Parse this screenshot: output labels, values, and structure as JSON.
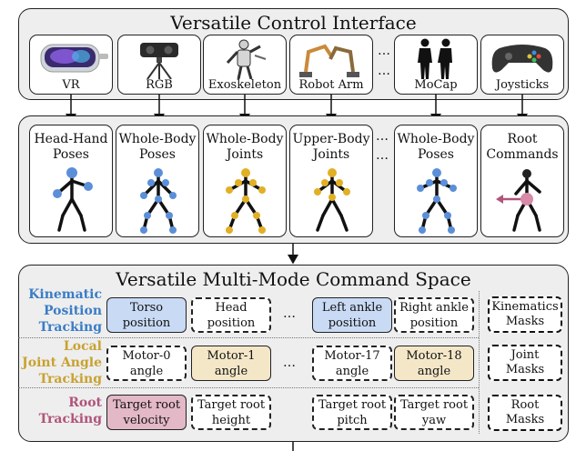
{
  "top_panel": {
    "title": "Versatile Control Interface",
    "devices": [
      {
        "label": "VR",
        "icon": "vr-headset-icon"
      },
      {
        "label": "RGB",
        "icon": "camera-icon"
      },
      {
        "label": "Exoskeleton",
        "icon": "exoskeleton-icon"
      },
      {
        "label": "Robot Arm",
        "icon": "robot-arm-icon"
      },
      {
        "label": "MoCap",
        "icon": "mocap-suit-icon"
      },
      {
        "label": "Joysticks",
        "icon": "gamepad-icon"
      }
    ],
    "ellipsis": "…"
  },
  "middle_panel": {
    "cards": [
      {
        "line1": "Head-Hand",
        "line2": "Poses"
      },
      {
        "line1": "Whole-Body",
        "line2": "Poses"
      },
      {
        "line1": "Whole-Body",
        "line2": "Joints"
      },
      {
        "line1": "Upper-Body",
        "line2": "Joints"
      },
      {
        "line1": "Whole-Body",
        "line2": "Poses"
      },
      {
        "line1": "Root",
        "line2": "Commands"
      }
    ],
    "ellipsis": "…"
  },
  "command_space": {
    "title": "Versatile Multi-Mode Command Space",
    "rows": [
      {
        "label1": "Kinematic",
        "label2": "Position",
        "label3": "Tracking",
        "color": "#3a7cc7",
        "cmds": [
          {
            "l1": "Torso",
            "l2": "position"
          },
          {
            "l1": "Head",
            "l2": "position"
          },
          {
            "l1": "Left ankle",
            "l2": "position"
          },
          {
            "l1": "Right ankle",
            "l2": "position"
          }
        ],
        "mask_l1": "Kinematics",
        "mask_l2": "Masks"
      },
      {
        "label1": "Local",
        "label2": "Joint Angle",
        "label3": "Tracking",
        "color": "#c8a231",
        "cmds": [
          {
            "l1": "Motor-0",
            "l2": "angle"
          },
          {
            "l1": "Motor-1",
            "l2": "angle"
          },
          {
            "l1": "Motor-17",
            "l2": "angle"
          },
          {
            "l1": "Motor-18",
            "l2": "angle"
          }
        ],
        "mask_l1": "Joint",
        "mask_l2": "Masks"
      },
      {
        "label1": "Root",
        "label2": "Tracking",
        "label3": "",
        "color": "#b0547a",
        "cmds": [
          {
            "l1": "Target root",
            "l2": "velocity"
          },
          {
            "l1": "Target root",
            "l2": "height"
          },
          {
            "l1": "Target root",
            "l2": "pitch"
          },
          {
            "l1": "Target root",
            "l2": "yaw"
          }
        ],
        "mask_l1": "Root",
        "mask_l2": "Masks"
      }
    ],
    "ellipsis": "…"
  },
  "colors": {
    "kinematic_fill": "#c9daf5",
    "joint_fill": "#f4e7c8",
    "root_fill": "#e3b8c7",
    "joint_dot_blue": "#5b8fd8",
    "joint_dot_yellow": "#e1b025",
    "root_arrow": "#b0547a"
  }
}
